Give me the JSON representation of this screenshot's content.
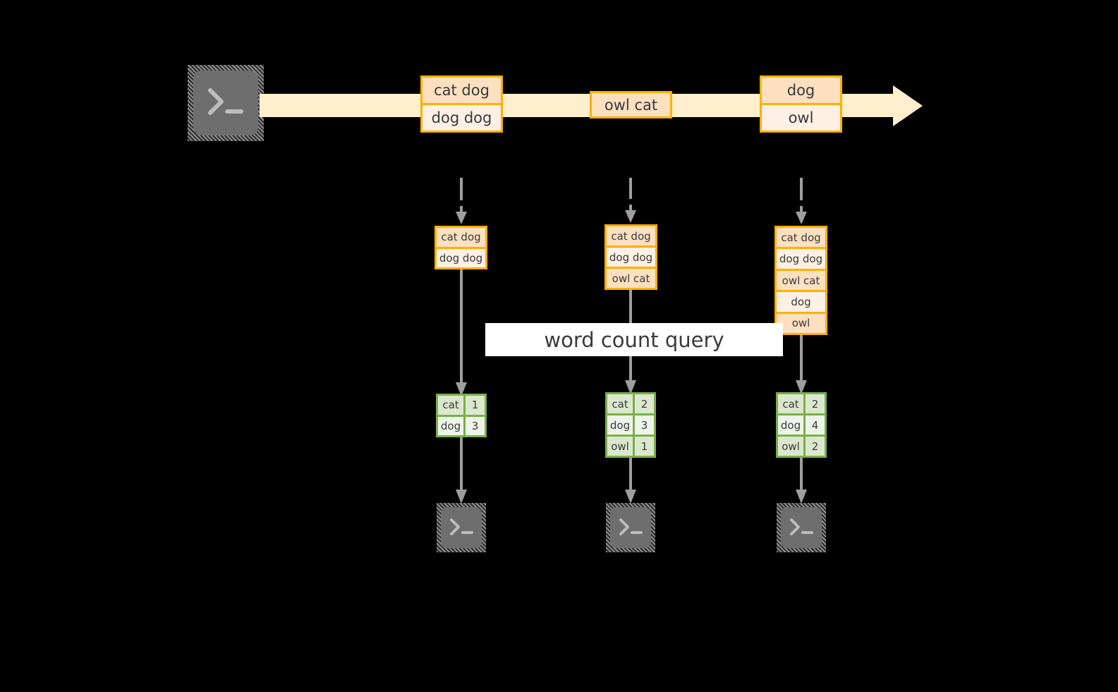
{
  "diagram": {
    "title": "word count query streaming diagram",
    "colors": {
      "background": "#000000",
      "stream_band": "#FFEFCC",
      "record_border": "#FFB000",
      "record_fill_dark": "#FCE0C0",
      "record_fill_light": "#FDF0E4",
      "result_border": "#7AAF4A",
      "result_fill_dark": "#DCE8CE",
      "result_fill_light": "#EFF4E9",
      "connector": "#9E9E9E",
      "terminal_face": "#6E6E6E",
      "banner_background": "#FFFFFF",
      "text": "#3A3A3A"
    }
  },
  "source": {
    "terminal_icon": "terminal-prompt-icon",
    "prompt_glyph": ">_"
  },
  "stream": {
    "arrow_icon": "stream-arrow-right-icon",
    "records": [
      {
        "id": "record-1",
        "rows": [
          {
            "text": "cat dog",
            "shade": "dark"
          },
          {
            "text": "dog dog",
            "shade": "light"
          }
        ]
      },
      {
        "id": "record-2",
        "rows": [
          {
            "text": "owl cat",
            "shade": "dark"
          }
        ]
      },
      {
        "id": "record-3",
        "rows": [
          {
            "text": "dog",
            "shade": "dark"
          },
          {
            "text": "owl",
            "shade": "light"
          }
        ]
      }
    ]
  },
  "query": {
    "label": "word count query"
  },
  "columns": [
    {
      "id": "column-1",
      "input_table": {
        "rows": [
          {
            "text": "cat dog",
            "shade": "dark"
          },
          {
            "text": "dog dog",
            "shade": "light"
          }
        ]
      },
      "result_table": {
        "rows": [
          {
            "key": "cat",
            "value": "1",
            "shade": "dark"
          },
          {
            "key": "dog",
            "value": "3",
            "shade": "light"
          }
        ]
      },
      "sink": {
        "terminal_icon": "terminal-prompt-icon",
        "prompt_glyph": ">_"
      }
    },
    {
      "id": "column-2",
      "input_table": {
        "rows": [
          {
            "text": "cat dog",
            "shade": "dark"
          },
          {
            "text": "dog dog",
            "shade": "light"
          },
          {
            "text": "owl cat",
            "shade": "dark"
          }
        ]
      },
      "result_table": {
        "rows": [
          {
            "key": "cat",
            "value": "2",
            "shade": "dark"
          },
          {
            "key": "dog",
            "value": "3",
            "shade": "light"
          },
          {
            "key": "owl",
            "value": "1",
            "shade": "dark"
          }
        ]
      },
      "sink": {
        "terminal_icon": "terminal-prompt-icon",
        "prompt_glyph": ">_"
      }
    },
    {
      "id": "column-3",
      "input_table": {
        "rows": [
          {
            "text": "cat dog",
            "shade": "dark"
          },
          {
            "text": "dog dog",
            "shade": "light"
          },
          {
            "text": "owl cat",
            "shade": "dark"
          },
          {
            "text": "dog",
            "shade": "light"
          },
          {
            "text": "owl",
            "shade": "dark"
          }
        ]
      },
      "result_table": {
        "rows": [
          {
            "key": "cat",
            "value": "2",
            "shade": "dark"
          },
          {
            "key": "dog",
            "value": "4",
            "shade": "light"
          },
          {
            "key": "owl",
            "value": "2",
            "shade": "dark"
          }
        ]
      },
      "sink": {
        "terminal_icon": "terminal-prompt-icon",
        "prompt_glyph": ">_"
      }
    }
  ]
}
